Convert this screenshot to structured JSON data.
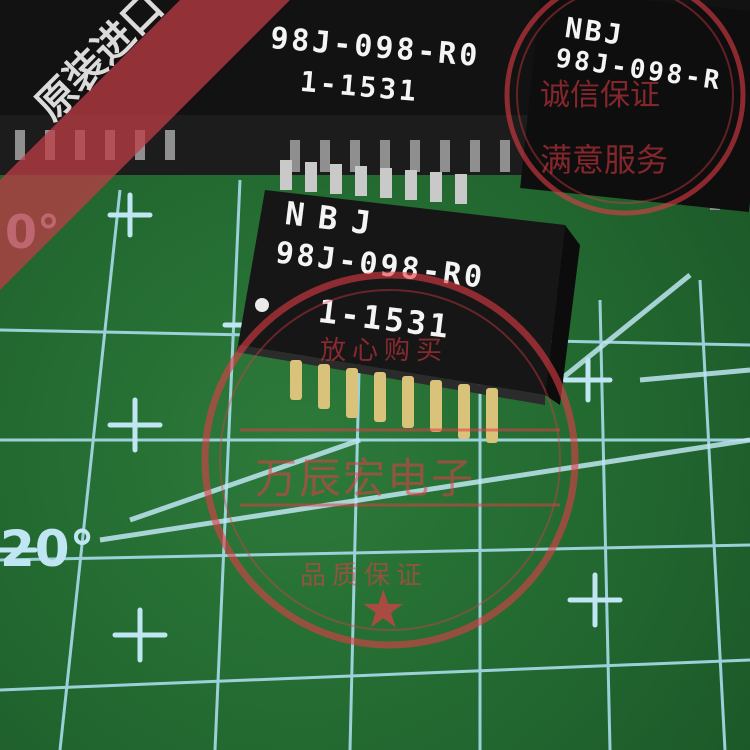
{
  "photo": {
    "subject": "SMD LAN magnetics transformer module on cutting mat",
    "colors": {
      "mat": "#236a31",
      "grid": "#a9dcec",
      "chip": "#151515",
      "pins": "#d9c27a",
      "stamp": "#e04a55"
    }
  },
  "chip_main": {
    "line1": "NBJ",
    "line2": "98J-098-R0",
    "line3": "1-1531"
  },
  "chip_top_left": {
    "line1": "98J-098-R0",
    "line2": "1-1531"
  },
  "chip_top_right": {
    "line1": "NBJ",
    "line2": "98J-098-R"
  },
  "cutting_mat": {
    "angle_label_top": "0°",
    "angle_label_bottom": "20°"
  },
  "corner_banner": {
    "text": "原装进口"
  },
  "stamp_top_right": {
    "text": "满意服务",
    "middle": "诚信保证"
  },
  "stamp_center": {
    "center": "万辰宏电子",
    "ring_top": "放心购买",
    "ring_bottom": "品质保证",
    "star": "★"
  }
}
